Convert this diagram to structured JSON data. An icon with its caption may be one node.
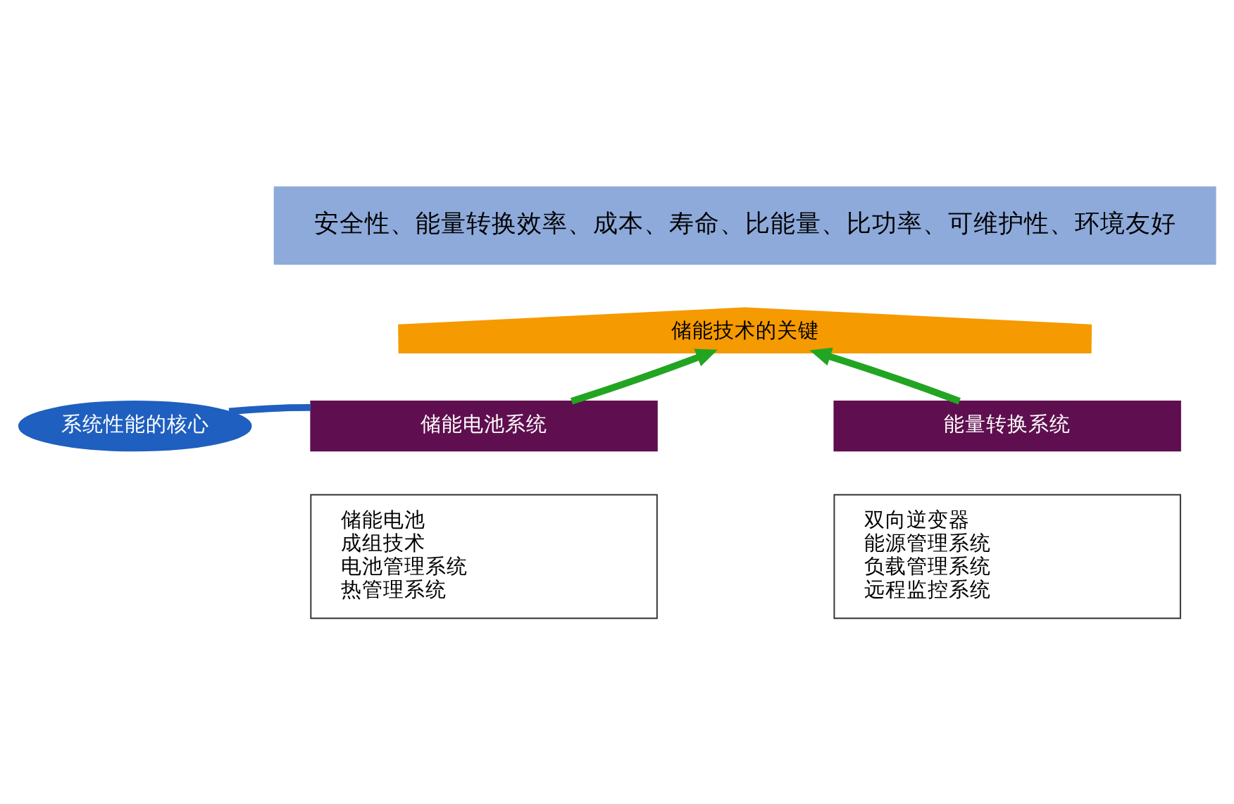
{
  "diagram": {
    "nodes": [
      {
        "text": [
          "安全性、能量转换效率、成本、寿命、比能量、比功率、可维护性、环境友好"
        ]
      },
      {
        "text": [
          "储能技术的关键"
        ]
      },
      {
        "text": [
          "储能电池系统"
        ]
      },
      {
        "text": [
          "储能电池",
          "成组技术",
          "电池管理系统",
          "热管理系统"
        ]
      },
      {
        "text": [
          "能量转换系统"
        ]
      },
      {
        "text": [
          "双向逆变器",
          "能源管理系统",
          "负载管理系统",
          "远程监控系统"
        ]
      },
      {
        "text": [
          "系统性能的核心"
        ]
      }
    ],
    "edges": [
      {
        "from": 2,
        "to": 1,
        "arrow": "to",
        "color": "#22a522"
      },
      {
        "from": 4,
        "to": 1,
        "arrow": "to",
        "color": "#22a522"
      },
      {
        "from": 6,
        "to": 2,
        "arrow": "none",
        "color": "#1f5fbf"
      }
    ]
  }
}
